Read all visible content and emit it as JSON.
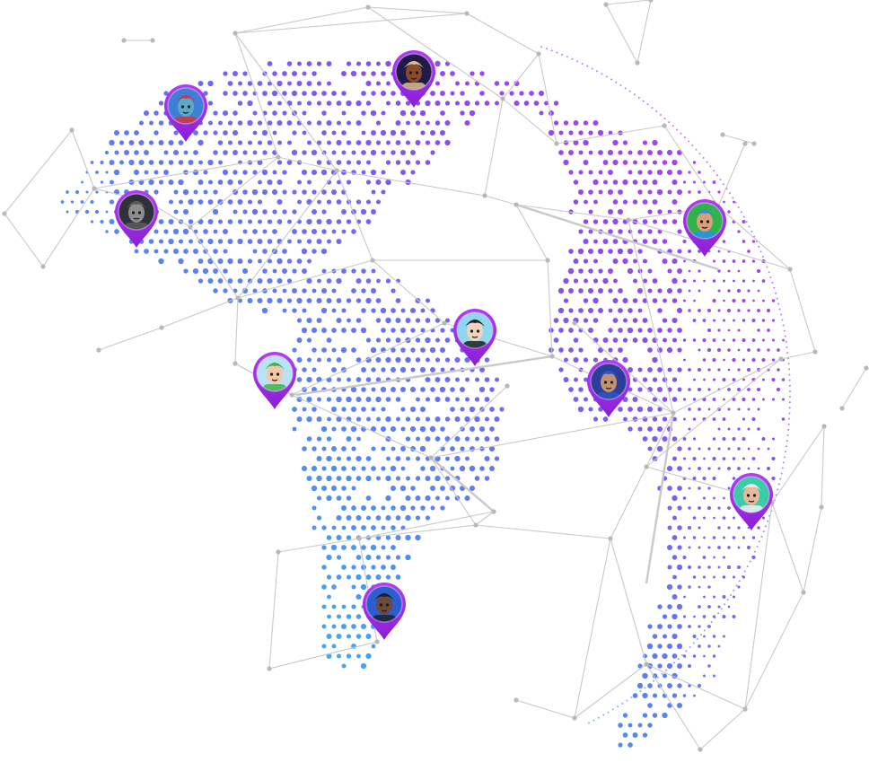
{
  "colors": {
    "network_line": "#c9c9c9",
    "network_node": "#b8b8b8",
    "dot_cyan": "#2fd4ef",
    "dot_blue": "#4f8ef2",
    "dot_violet": "#8a4df0",
    "dot_magenta": "#c23cf0",
    "pin_fill": "#b13cf2",
    "pin_fill_dark": "#8a1fd6"
  },
  "pins": [
    {
      "id": "avatar-red-cap-zombie",
      "icon": "avatar-red-cap-icon",
      "skin": "#5aa9c8",
      "hair": "#d0344a",
      "bg": "#3e7fd6"
    },
    {
      "id": "avatar-safari-hat",
      "icon": "avatar-safari-hat-icon",
      "skin": "#8a4a2d",
      "hair": "#d9c090",
      "bg": "#201a4a"
    },
    {
      "id": "avatar-ape",
      "icon": "avatar-ape-icon",
      "skin": "#8d8d8d",
      "hair": "#5a5a5a",
      "bg": "#30303a"
    },
    {
      "id": "avatar-blue-spiky-hair",
      "icon": "avatar-blue-hair-icon",
      "skin": "#d8a078",
      "hair": "#2a8fe8",
      "bg": "#2fb34a"
    },
    {
      "id": "avatar-black-spiky-hair",
      "icon": "avatar-black-hair-icon",
      "skin": "#f0d2c0",
      "hair": "#202020",
      "bg": "#8fd7ee"
    },
    {
      "id": "avatar-green-leaf-hair",
      "icon": "avatar-green-hair-icon",
      "skin": "#f2c8aa",
      "hair": "#3fb24a",
      "bg": "#b9e3f5"
    },
    {
      "id": "avatar-purple-hoodie",
      "icon": "avatar-hood-icon",
      "skin": "#c29270",
      "hair": "#2a55c8",
      "bg": "#2b3f9a"
    },
    {
      "id": "avatar-white-hair-elder",
      "icon": "avatar-elder-icon",
      "skin": "#e8b89a",
      "hair": "#f2f2f2",
      "bg": "#3ccba8"
    },
    {
      "id": "avatar-buns-girl",
      "icon": "avatar-buns-icon",
      "skin": "#6a4a3a",
      "hair": "#1e1e2a",
      "bg": "#2b5fd0"
    }
  ]
}
